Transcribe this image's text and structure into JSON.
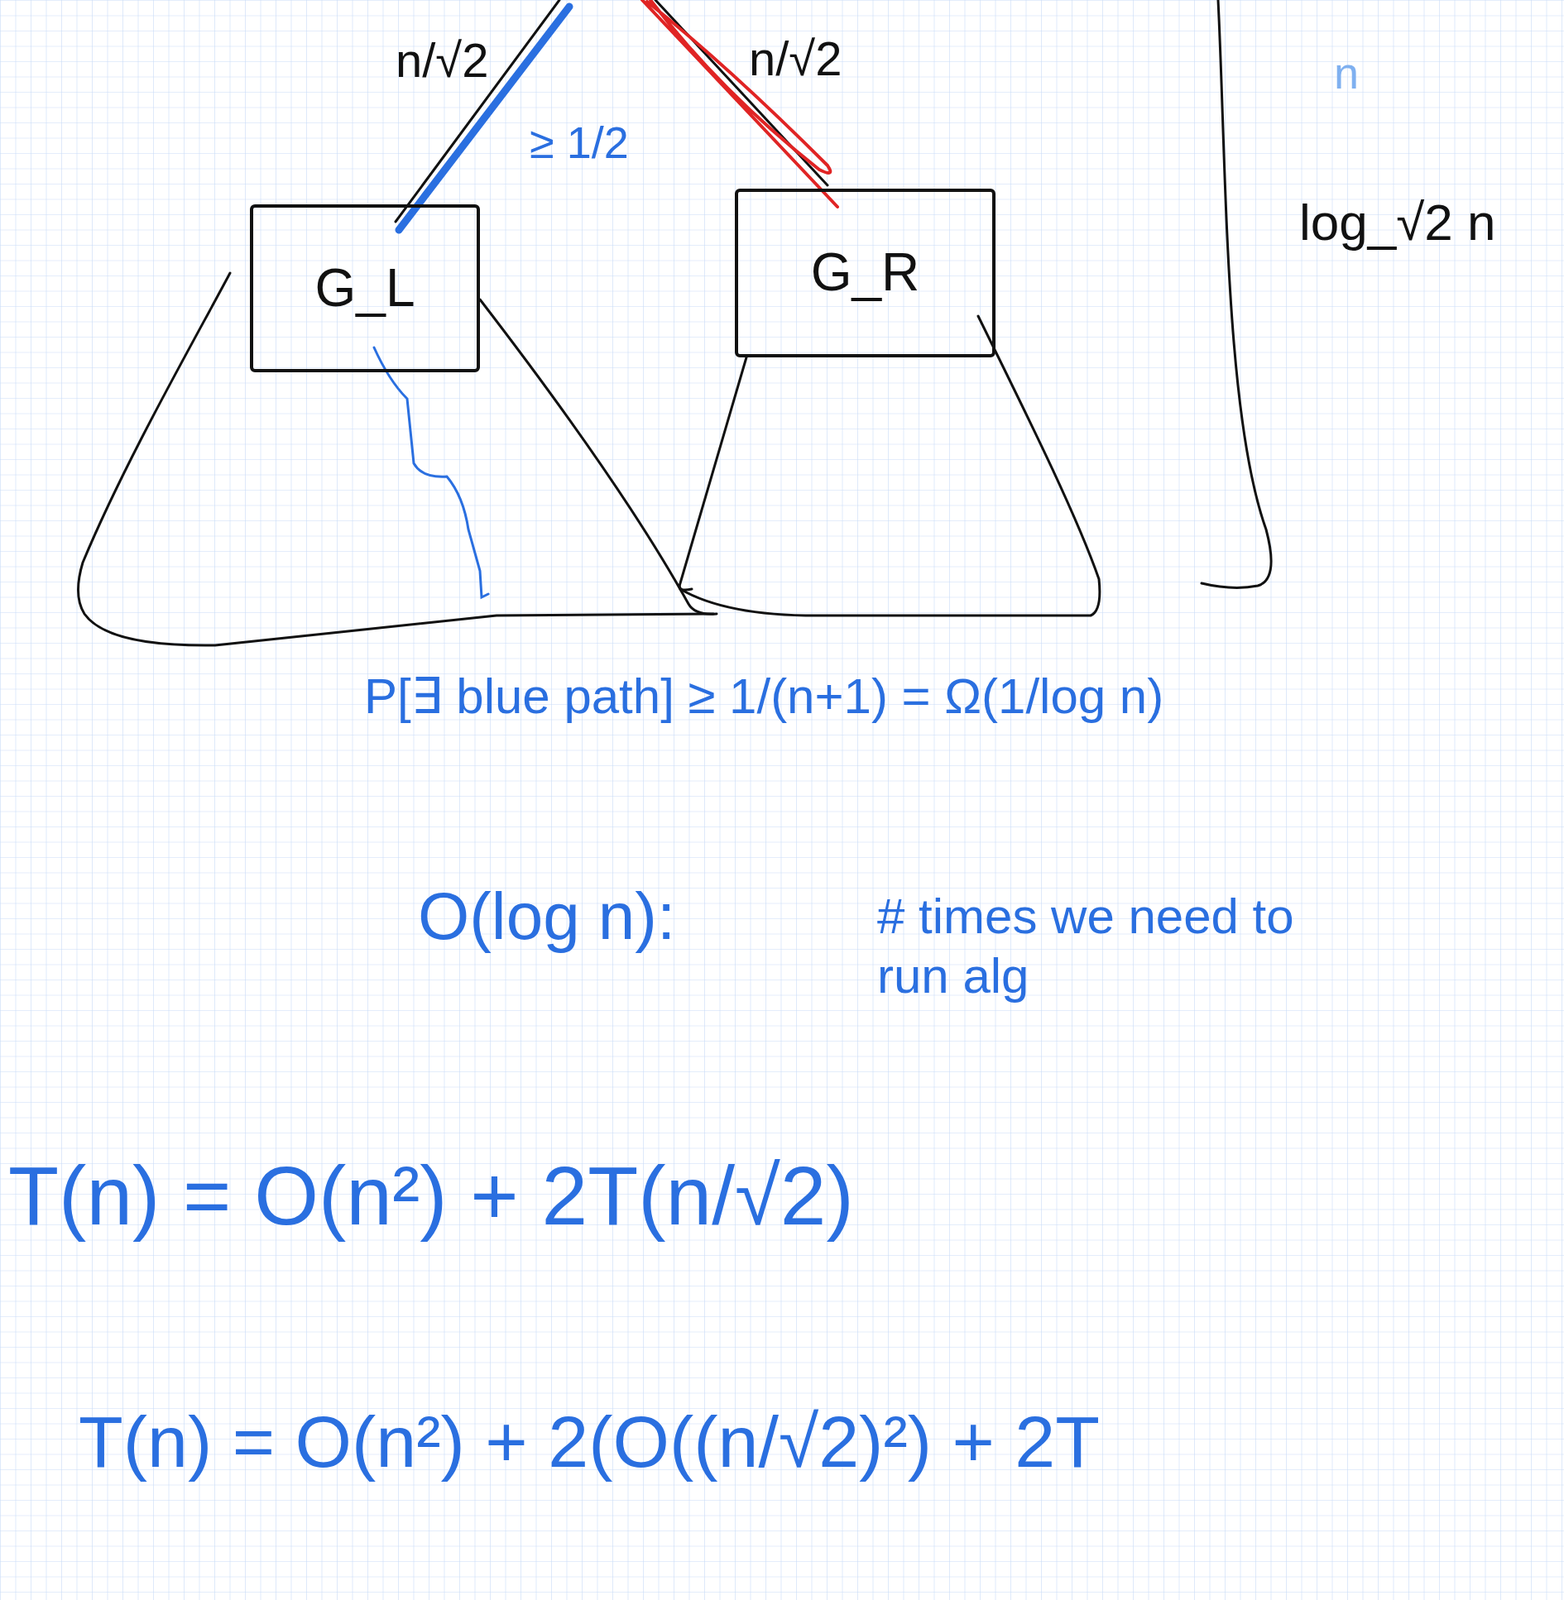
{
  "diagram": {
    "nodes": [
      {
        "text": [
          "G_L"
        ]
      },
      {
        "text": [
          "G_R"
        ]
      }
    ],
    "labels": [
      "n/√2",
      "≥ 1/2",
      "n/√2",
      "n",
      "log_√2 n",
      "P[∃ blue path] ≥ 1/(n+1) = Ω(1/log n)",
      "O(log n):",
      "# times we need to run alg",
      "T(n) = O(n²) + 2T(n/√2)",
      "T(n) = O(n²) + 2(O((n/√2)²) + 2T"
    ]
  }
}
